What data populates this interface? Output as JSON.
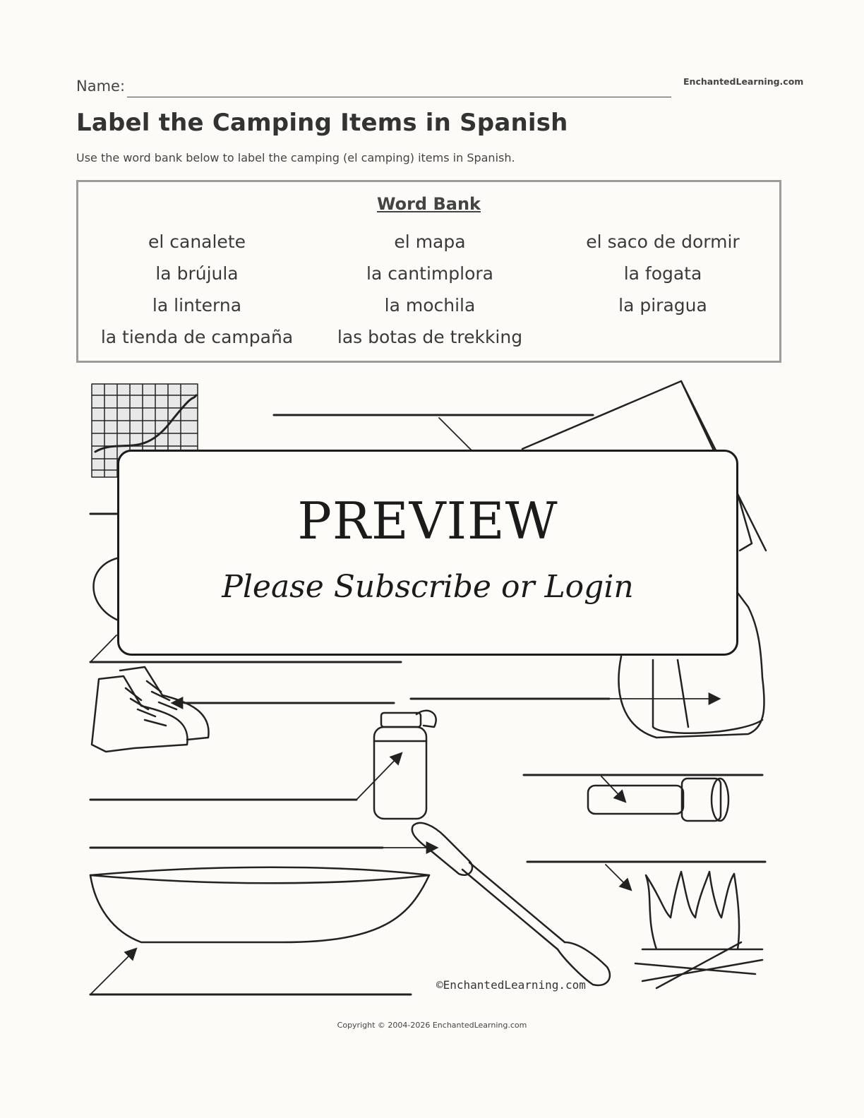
{
  "header": {
    "name_label": "Name:",
    "site_brand": "EnchantedLearning.com"
  },
  "title": "Label the Camping Items in Spanish",
  "subtitle": "Use the word bank below to label the camping (el camping) items in Spanish.",
  "word_bank": {
    "title": "Word Bank",
    "columns": [
      [
        "el canalete",
        "la brújula",
        "la linterna",
        "la tienda de campaña"
      ],
      [
        "el mapa",
        "la cantimplora",
        "la mochila",
        "las botas de trekking"
      ],
      [
        "el saco de dormir",
        "la fogata",
        "la piragua"
      ]
    ]
  },
  "illustrations": [
    "map-icon",
    "tent-icon",
    "sleeping-bag-icon",
    "backpack-icon",
    "hiking-boots-icon",
    "water-bottle-icon",
    "flashlight-icon",
    "canoe-icon",
    "paddle-icon",
    "campfire-icon"
  ],
  "preview": {
    "title": "PREVIEW",
    "subtitle": "Please Subscribe or Login"
  },
  "image_credit": "©EnchantedLearning.com",
  "copyright": "Copyright © 2004-2026 EnchantedLearning.com"
}
